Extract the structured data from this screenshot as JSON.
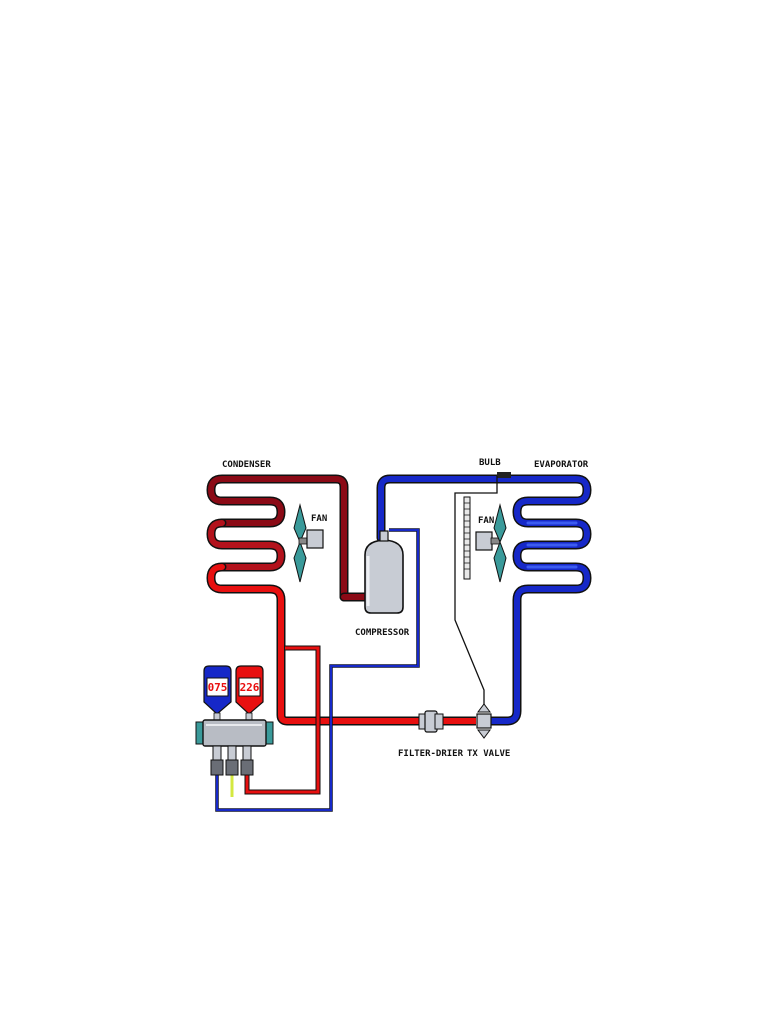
{
  "labels": {
    "condenser": "CONDENSER",
    "fan_left": "FAN",
    "compressor": "COMPRESSOR",
    "bulb": "BULB",
    "evaporator": "EVAPORATOR",
    "fan_right": "FAN",
    "filter_drier": "FILTER-DRIER",
    "tx_valve": "TX VALVE"
  },
  "gauges": {
    "low_reading": "075",
    "high_reading": "226"
  },
  "colors": {
    "high_pressure_liquid": "#e81010",
    "high_pressure_gas": "#8b0a16",
    "low_pressure": "#1628c8",
    "charging_hose": "#d4e840",
    "fan_blade": "#3a9a9a",
    "manifold_body": "#b8bcc4"
  }
}
